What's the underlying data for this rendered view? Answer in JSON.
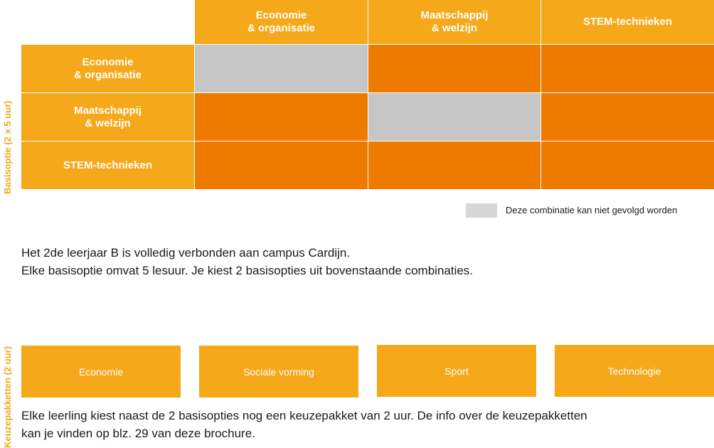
{
  "matrix": {
    "side_label": "Basisoptie (2 x 5 uur)",
    "columns": [
      "Economie\n& organisatie",
      "Maatschappij\n& welzijn",
      "STEM-technieken"
    ],
    "rows": [
      "Economie\n& organisatie",
      "Maatschappij\n& welzijn",
      "STEM-technieken"
    ],
    "cells": [
      [
        "not-possible",
        "possible",
        "possible"
      ],
      [
        "possible",
        "not-possible",
        "possible"
      ],
      [
        "possible",
        "possible",
        "possible"
      ]
    ],
    "colors": {
      "header": "#f5a81a",
      "possible": "#ee7a00",
      "not_possible": "#c6c6c6"
    }
  },
  "legend": {
    "swatch_color": "#d9d6d6",
    "label": "Deze combinatie kan niet gevolgd worden"
  },
  "intro": {
    "line1": "Het 2de leerjaar B is volledig verbonden aan campus Cardijn.",
    "line2": "Elke basisoptie omvat 5 lesuur. Je kiest 2 basisopties uit bovenstaande combinaties."
  },
  "packages": {
    "side_label": "Keuzepakketten (2 uur)",
    "items": [
      "Economie",
      "Sociale vorming",
      "Sport",
      "Technologie"
    ]
  },
  "footer": {
    "line1": "Elke leerling kiest naast de 2 basisopties nog een keuzepakket van 2 uur. De info over de keuzepakketten",
    "line2": "kan je vinden op blz. 29 van deze brochure."
  }
}
